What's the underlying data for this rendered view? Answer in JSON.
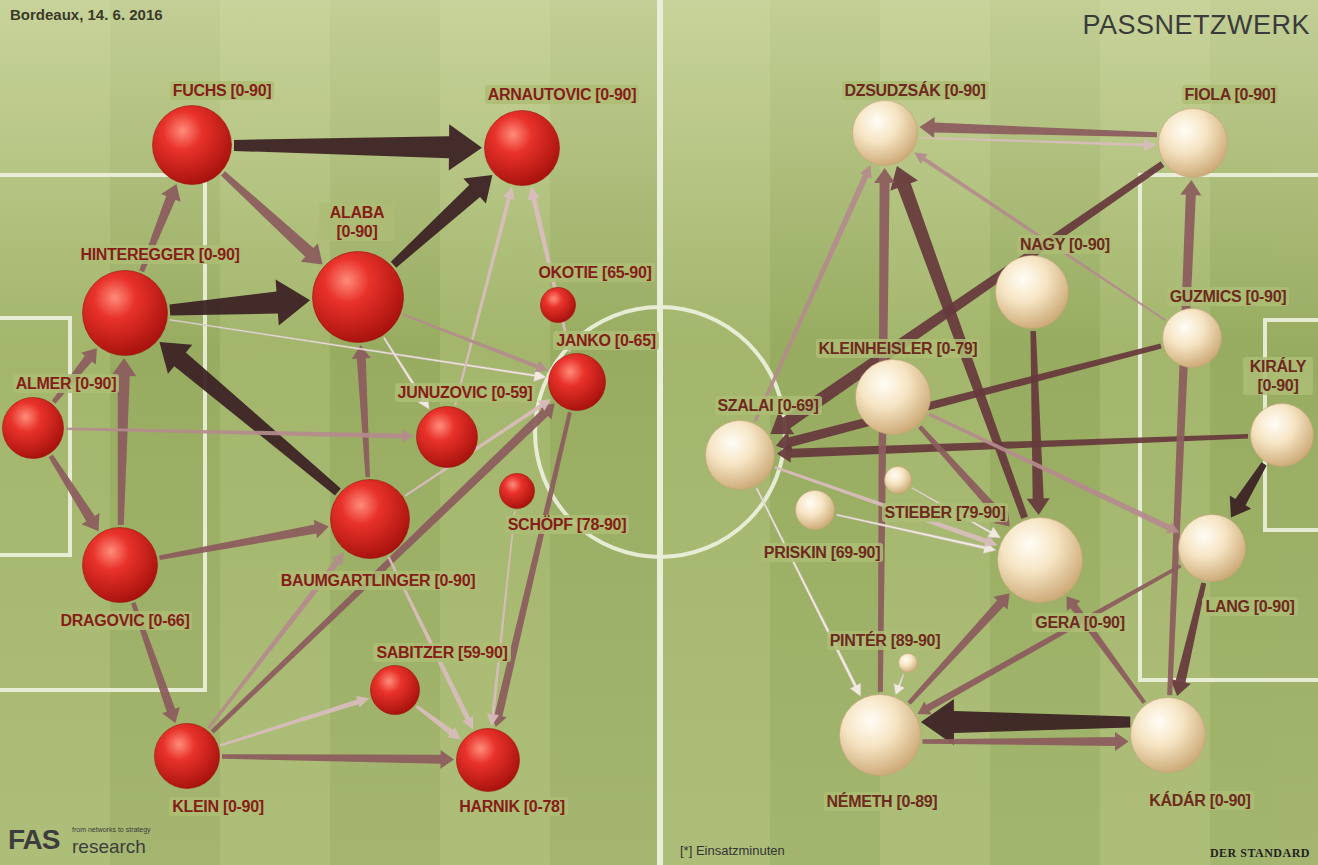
{
  "diagram": {
    "title": "PASSNETZWERK",
    "nodes": [
      {
        "text": [
          "FUCHS [0-90]"
        ]
      },
      {
        "text": [
          "ARNAUTOVIC [0-90]"
        ]
      },
      {
        "text": [
          "ALABA [0-90]"
        ]
      },
      {
        "text": [
          "HINTEREGGER [0-90]"
        ]
      },
      {
        "text": [
          "OKOTIE [65-90]"
        ]
      },
      {
        "text": [
          "JANKO [0-65]"
        ]
      },
      {
        "text": [
          "ALMER [0-90]"
        ]
      },
      {
        "text": [
          "JUNUZOVIC [0-59]"
        ]
      },
      {
        "text": [
          "SCHÖPF [78-90]"
        ]
      },
      {
        "text": [
          "BAUMGARTLINGER [0-90]"
        ]
      },
      {
        "text": [
          "DRAGOVIC [0-66]"
        ]
      },
      {
        "text": [
          "SABITZER [59-90]"
        ]
      },
      {
        "text": [
          "KLEIN [0-90]"
        ]
      },
      {
        "text": [
          "HARNIK [0-78]"
        ]
      },
      {
        "text": [
          "DZSUDZSÁK [0-90]"
        ]
      },
      {
        "text": [
          "FIOLA [0-90]"
        ]
      },
      {
        "text": [
          "NAGY [0-90]"
        ]
      },
      {
        "text": [
          "GUZMICS [0-90]"
        ]
      },
      {
        "text": [
          "KLEINHEISLER [0-79]"
        ]
      },
      {
        "text": [
          "KIRÁLY [0-90]"
        ]
      },
      {
        "text": [
          "SZALAI [0-69]"
        ]
      },
      {
        "text": [
          "STIEBER [79-90]"
        ]
      },
      {
        "text": [
          "PRISKIN [69-90]"
        ]
      },
      {
        "text": [
          "GERA [0-90]"
        ]
      },
      {
        "text": [
          "LANG [0-90]"
        ]
      },
      {
        "text": [
          "PINTÉR [89-90]"
        ]
      },
      {
        "text": [
          "NÉMETH [0-89]"
        ]
      },
      {
        "text": [
          "KÁDÁR [0-90]"
        ]
      }
    ],
    "edges": [
      {
        "from": 0,
        "to": 1,
        "arrow": "to"
      },
      {
        "from": 3,
        "to": 2,
        "arrow": "to"
      },
      {
        "from": 2,
        "to": 1,
        "arrow": "to"
      },
      {
        "from": 9,
        "to": 3,
        "arrow": "to"
      },
      {
        "from": 3,
        "to": 0,
        "arrow": "to"
      },
      {
        "from": 0,
        "to": 2,
        "arrow": "to"
      },
      {
        "from": 6,
        "to": 3,
        "arrow": "to"
      },
      {
        "from": 6,
        "to": 10,
        "arrow": "to"
      },
      {
        "from": 10,
        "to": 3,
        "arrow": "to"
      },
      {
        "from": 10,
        "to": 12,
        "arrow": "to"
      },
      {
        "from": 10,
        "to": 9,
        "arrow": "to"
      },
      {
        "from": 12,
        "to": 13,
        "arrow": "to"
      },
      {
        "from": 12,
        "to": 5,
        "arrow": "to"
      },
      {
        "from": 12,
        "to": 9,
        "arrow": "to"
      },
      {
        "from": 9,
        "to": 2,
        "arrow": "to"
      },
      {
        "from": 9,
        "to": 13,
        "arrow": "to"
      },
      {
        "from": 5,
        "to": 13,
        "arrow": "to"
      },
      {
        "from": 11,
        "to": 13,
        "arrow": "to"
      },
      {
        "from": 12,
        "to": 11,
        "arrow": "to"
      },
      {
        "from": 3,
        "to": 5,
        "arrow": "to"
      },
      {
        "from": 6,
        "to": 7,
        "arrow": "to"
      },
      {
        "from": 7,
        "to": 1,
        "arrow": "to"
      },
      {
        "from": 2,
        "to": 5,
        "arrow": "to"
      },
      {
        "from": 4,
        "to": 1,
        "arrow": "to"
      },
      {
        "from": 5,
        "to": 1,
        "arrow": "to"
      },
      {
        "from": 9,
        "to": 5,
        "arrow": "to"
      },
      {
        "from": 8,
        "to": 13,
        "arrow": "to"
      },
      {
        "from": 2,
        "to": 7,
        "arrow": "to"
      },
      {
        "from": 27,
        "to": 26,
        "arrow": "to"
      },
      {
        "from": 26,
        "to": 27,
        "arrow": "to"
      },
      {
        "from": 15,
        "to": 14,
        "arrow": "to"
      },
      {
        "from": 14,
        "to": 15,
        "arrow": "to"
      },
      {
        "from": 15,
        "to": 20,
        "arrow": "to"
      },
      {
        "from": 17,
        "to": 20,
        "arrow": "to"
      },
      {
        "from": 19,
        "to": 20,
        "arrow": "to"
      },
      {
        "from": 19,
        "to": 24,
        "arrow": "to"
      },
      {
        "from": 24,
        "to": 27,
        "arrow": "to"
      },
      {
        "from": 23,
        "to": 14,
        "arrow": "to"
      },
      {
        "from": 16,
        "to": 23,
        "arrow": "to"
      },
      {
        "from": 26,
        "to": 14,
        "arrow": "to"
      },
      {
        "from": 27,
        "to": 15,
        "arrow": "to"
      },
      {
        "from": 27,
        "to": 23,
        "arrow": "to"
      },
      {
        "from": 26,
        "to": 23,
        "arrow": "to"
      },
      {
        "from": 20,
        "to": 26,
        "arrow": "to"
      },
      {
        "from": 22,
        "to": 23,
        "arrow": "to"
      },
      {
        "from": 21,
        "to": 23,
        "arrow": "to"
      },
      {
        "from": 25,
        "to": 26,
        "arrow": "to"
      },
      {
        "from": 18,
        "to": 23,
        "arrow": "to"
      },
      {
        "from": 24,
        "to": 26,
        "arrow": "to"
      },
      {
        "from": 20,
        "to": 14,
        "arrow": "to"
      },
      {
        "from": 17,
        "to": 14,
        "arrow": "to"
      },
      {
        "from": 18,
        "to": 24,
        "arrow": "to"
      },
      {
        "from": 20,
        "to": 23,
        "arrow": "to"
      }
    ],
    "labels": [
      "Bordeaux, 14. 6. 2016",
      "FAS",
      "from networks to strategy",
      "research",
      "[*] Einsatzminuten",
      "DER STANDARD"
    ]
  }
}
